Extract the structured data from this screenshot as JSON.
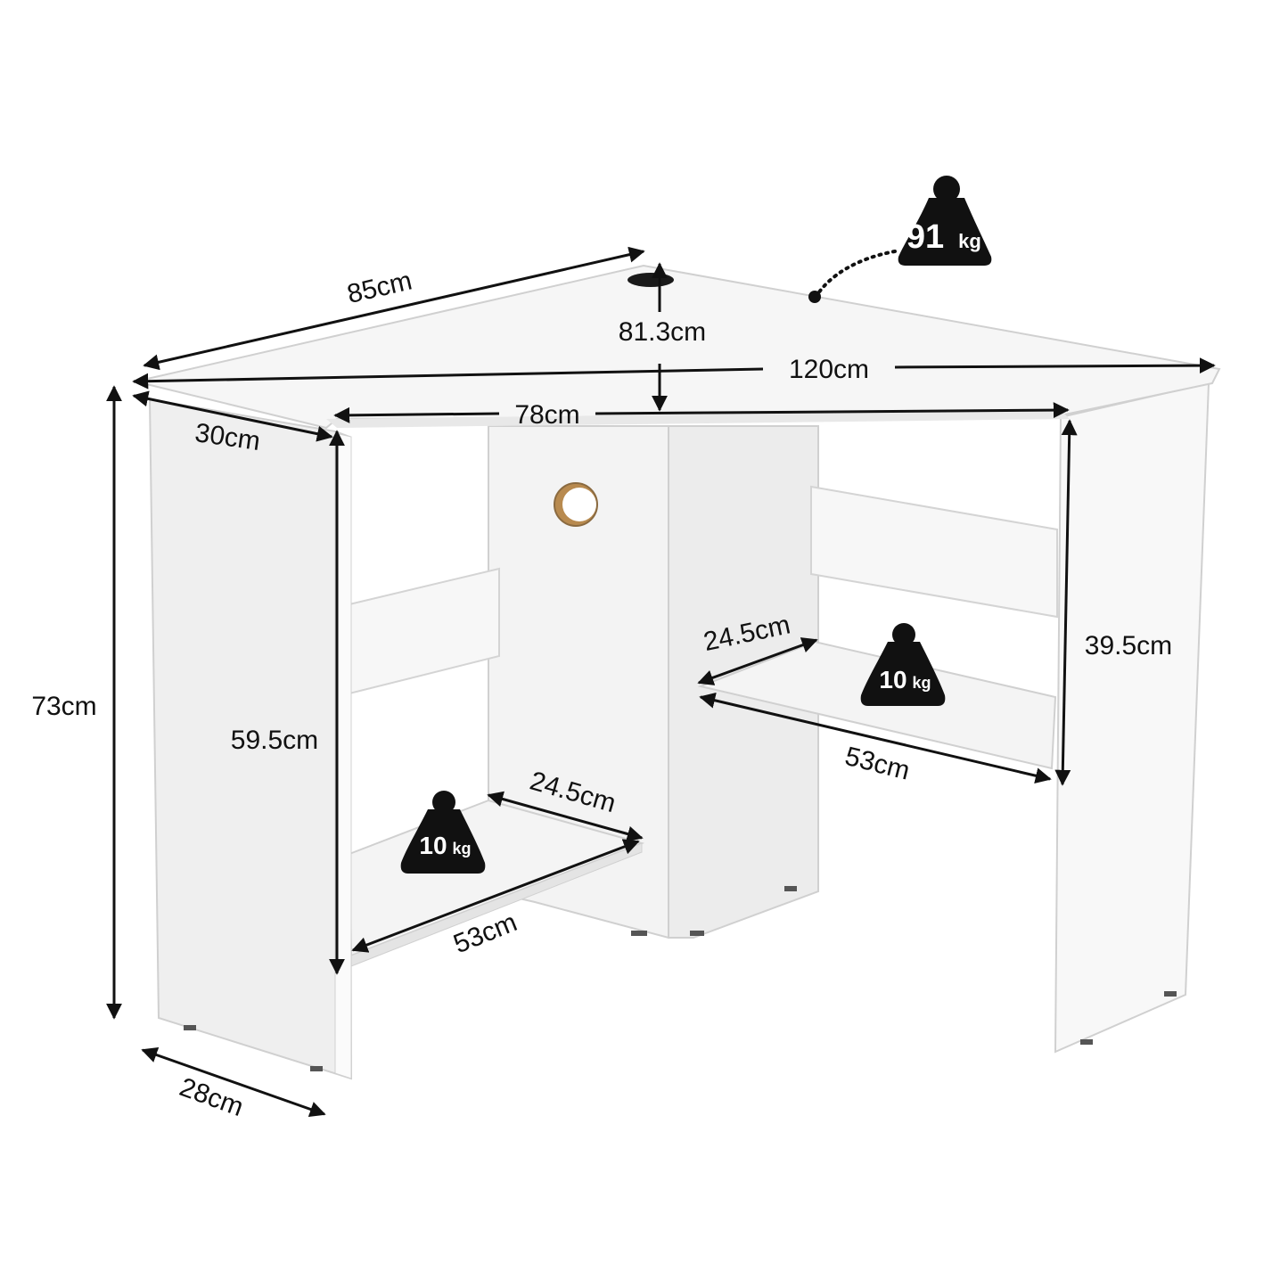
{
  "dimensions": {
    "top_left_edge": "85cm",
    "top_depth": "81.3cm",
    "top_width": "120cm",
    "inner_width": "78cm",
    "side_depth_top": "30cm",
    "total_height": "73cm",
    "left_inner_height": "59.5cm",
    "right_inner_height": "39.5cm",
    "base_depth": "28cm",
    "left_shelf_depth": "24.5cm",
    "left_shelf_width": "53cm",
    "right_shelf_depth": "24.5cm",
    "right_shelf_width": "53cm"
  },
  "load": {
    "top": {
      "value": "91",
      "unit": "kg"
    },
    "left_shelf": {
      "value": "10",
      "unit": "kg"
    },
    "right_shelf": {
      "value": "10",
      "unit": "kg"
    }
  },
  "colors": {
    "panel_light": "#fafafa",
    "panel_shade": "#ededed",
    "edge": "#cfcfcf",
    "weight_fill": "#111111",
    "arrow": "#111111",
    "cork": "#b88a4f"
  }
}
